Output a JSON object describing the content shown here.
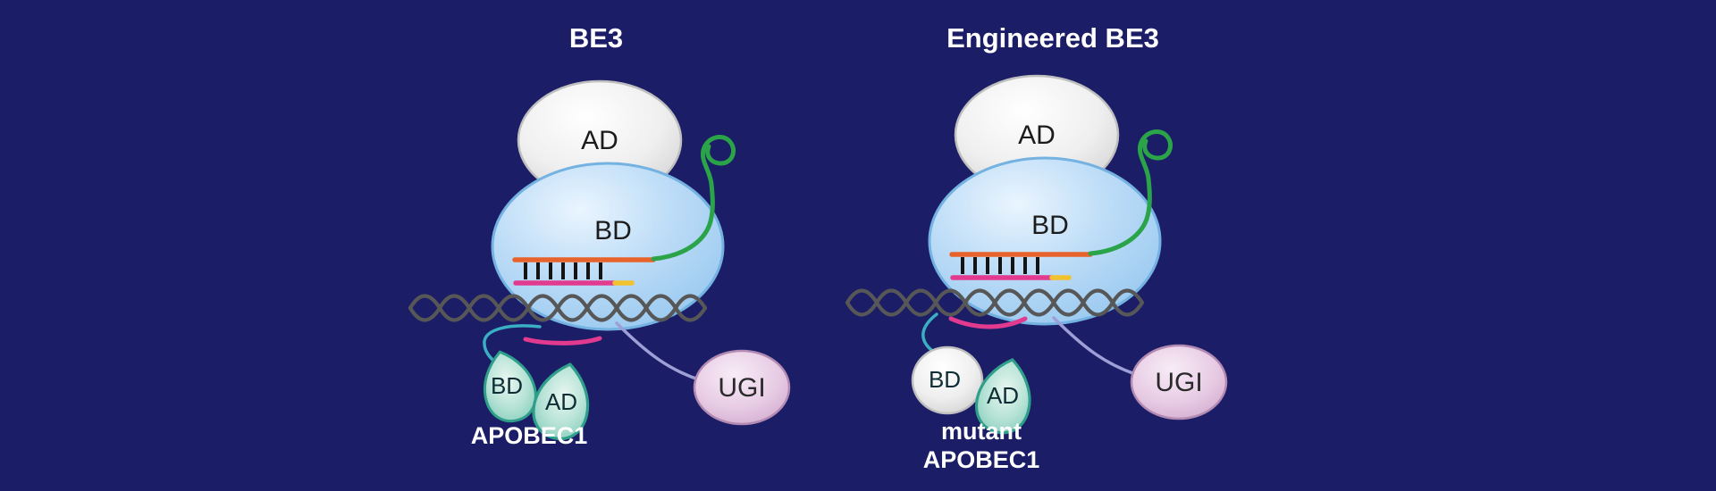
{
  "figure": {
    "background_color": "#1b1d66",
    "colors": {
      "title_text": "#ffffff",
      "dna_gray": "#575757",
      "sgrna_green": "#2aa349",
      "guide_orange": "#e8632c",
      "target_pink": "#e23a8e",
      "pam_yellow": "#f2c12e",
      "linker_teal": "#3aaec2",
      "linker_purple": "#9f9fd8",
      "cas9_blue": "#a9d2f3",
      "deaminase_leaf_teal": "#6fc4af",
      "ugi_pink": "#e7cbe4",
      "domain_gray": "#efefef"
    }
  },
  "panels": [
    {
      "title": "BE3",
      "cas9": {
        "ad_label": "AD",
        "bd_label": "BD"
      },
      "apobec": {
        "bd_label": "BD",
        "ad_label": "AD",
        "name_line1": "APOBEC1",
        "name_line2": ""
      },
      "ugi_label": "UGI"
    },
    {
      "title": "Engineered BE3",
      "cas9": {
        "ad_label": "AD",
        "bd_label": "BD"
      },
      "apobec": {
        "bd_label": "BD",
        "ad_label": "AD",
        "name_line1": "mutant",
        "name_line2": "APOBEC1"
      },
      "ugi_label": "UGI"
    }
  ]
}
